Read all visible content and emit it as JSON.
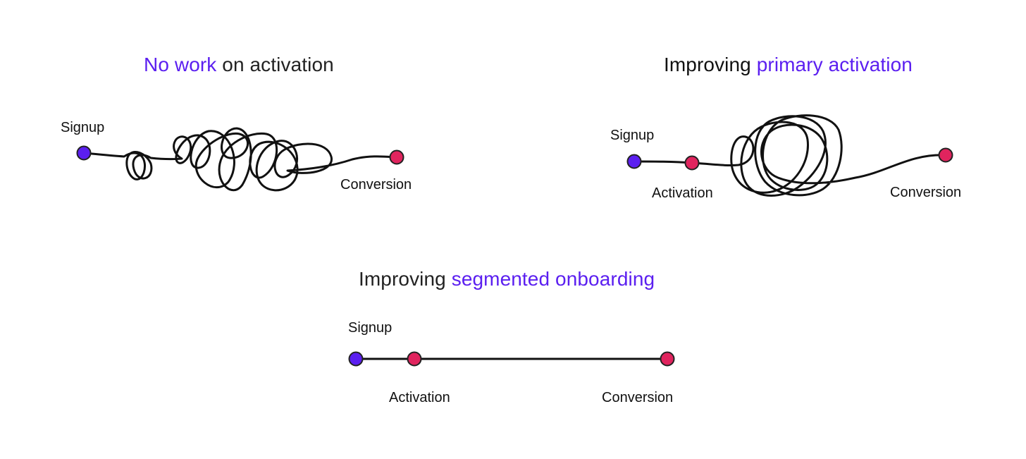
{
  "colors": {
    "accent": "#5b1ff0",
    "start_node": "#5b1ff0",
    "milestone_node": "#e0245e",
    "path_stroke": "#111111",
    "text": "#222222"
  },
  "panels": [
    {
      "title_highlight": "No work",
      "title_rest": " on activation",
      "labels": {
        "signup": "Signup",
        "conversion": "Conversion"
      }
    },
    {
      "title_plain": "Improving ",
      "title_highlight": "primary activation",
      "labels": {
        "signup": "Signup",
        "activation": "Activation",
        "conversion": "Conversion"
      }
    },
    {
      "title_plain": "Improving ",
      "title_highlight": "segmented onboarding",
      "labels": {
        "signup": "Signup",
        "activation": "Activation",
        "conversion": "Conversion"
      }
    }
  ]
}
